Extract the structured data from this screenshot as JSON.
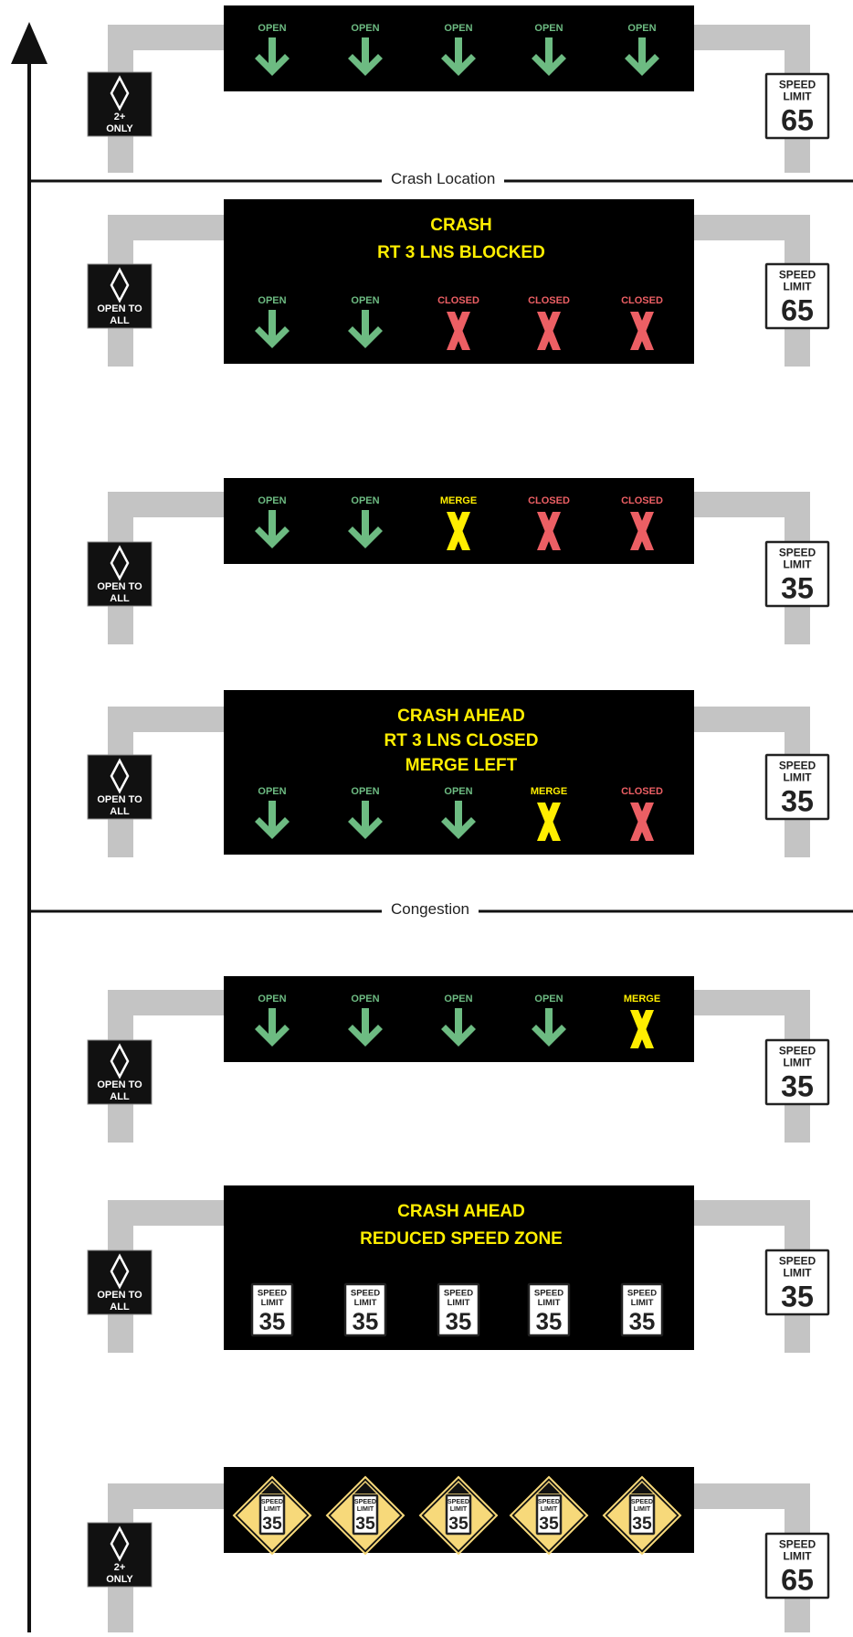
{
  "colors": {
    "open": "#6dbb82",
    "closed": "#ec5f64",
    "merge": "#ffee00",
    "message": "#ffee00",
    "board": "#000000",
    "structure": "#c4c4c4",
    "warning_fill": "#f7d97a"
  },
  "icons": [
    "up-arrow-icon",
    "down-arrow-icon",
    "x-icon",
    "diamond-icon",
    "speed-limit-sign-icon",
    "warning-diamond-icon"
  ],
  "sections": [
    {
      "label": "Crash Location"
    },
    {
      "label": "Congestion"
    }
  ],
  "gantries": [
    {
      "message": [],
      "lanes": [
        {
          "type": "arrow",
          "label": "OPEN"
        },
        {
          "type": "arrow",
          "label": "OPEN"
        },
        {
          "type": "arrow",
          "label": "OPEN"
        },
        {
          "type": "arrow",
          "label": "OPEN"
        },
        {
          "type": "arrow",
          "label": "OPEN"
        }
      ],
      "hov_sign": {
        "lines": [
          "2+",
          "ONLY"
        ]
      },
      "speed_sign": {
        "line1": "SPEED",
        "line2": "LIMIT",
        "value": "65"
      }
    },
    {
      "message": [
        "CRASH",
        "RT 3 LNS BLOCKED"
      ],
      "lanes": [
        {
          "type": "arrow",
          "label": "OPEN"
        },
        {
          "type": "arrow",
          "label": "OPEN"
        },
        {
          "type": "closed",
          "label": "CLOSED"
        },
        {
          "type": "closed",
          "label": "CLOSED"
        },
        {
          "type": "closed",
          "label": "CLOSED"
        }
      ],
      "hov_sign": {
        "lines": [
          "OPEN TO",
          "ALL"
        ]
      },
      "speed_sign": {
        "line1": "SPEED",
        "line2": "LIMIT",
        "value": "65"
      }
    },
    {
      "message": [],
      "lanes": [
        {
          "type": "arrow",
          "label": "OPEN"
        },
        {
          "type": "arrow",
          "label": "OPEN"
        },
        {
          "type": "merge",
          "label": "MERGE"
        },
        {
          "type": "closed",
          "label": "CLOSED"
        },
        {
          "type": "closed",
          "label": "CLOSED"
        }
      ],
      "hov_sign": {
        "lines": [
          "OPEN TO",
          "ALL"
        ]
      },
      "speed_sign": {
        "line1": "SPEED",
        "line2": "LIMIT",
        "value": "35"
      }
    },
    {
      "message": [
        "CRASH AHEAD",
        "RT 3 LNS CLOSED",
        "MERGE LEFT"
      ],
      "lanes": [
        {
          "type": "arrow",
          "label": "OPEN"
        },
        {
          "type": "arrow",
          "label": "OPEN"
        },
        {
          "type": "arrow",
          "label": "OPEN"
        },
        {
          "type": "merge",
          "label": "MERGE"
        },
        {
          "type": "closed",
          "label": "CLOSED"
        }
      ],
      "hov_sign": {
        "lines": [
          "OPEN TO",
          "ALL"
        ]
      },
      "speed_sign": {
        "line1": "SPEED",
        "line2": "LIMIT",
        "value": "35"
      }
    },
    {
      "message": [],
      "lanes": [
        {
          "type": "arrow",
          "label": "OPEN"
        },
        {
          "type": "arrow",
          "label": "OPEN"
        },
        {
          "type": "arrow",
          "label": "OPEN"
        },
        {
          "type": "arrow",
          "label": "OPEN"
        },
        {
          "type": "merge",
          "label": "MERGE"
        }
      ],
      "hov_sign": {
        "lines": [
          "OPEN TO",
          "ALL"
        ]
      },
      "speed_sign": {
        "line1": "SPEED",
        "line2": "LIMIT",
        "value": "35"
      }
    },
    {
      "message": [
        "CRASH AHEAD",
        "REDUCED SPEED ZONE"
      ],
      "lanes": [
        {
          "type": "speed",
          "line1": "SPEED",
          "line2": "LIMIT",
          "value": "35"
        },
        {
          "type": "speed",
          "line1": "SPEED",
          "line2": "LIMIT",
          "value": "35"
        },
        {
          "type": "speed",
          "line1": "SPEED",
          "line2": "LIMIT",
          "value": "35"
        },
        {
          "type": "speed",
          "line1": "SPEED",
          "line2": "LIMIT",
          "value": "35"
        },
        {
          "type": "speed",
          "line1": "SPEED",
          "line2": "LIMIT",
          "value": "35"
        }
      ],
      "hov_sign": {
        "lines": [
          "OPEN TO",
          "ALL"
        ]
      },
      "speed_sign": {
        "line1": "SPEED",
        "line2": "LIMIT",
        "value": "35"
      }
    },
    {
      "message": [],
      "lanes": [
        {
          "type": "warning",
          "line1": "SPEED",
          "line2": "LIMIT",
          "value": "35"
        },
        {
          "type": "warning",
          "line1": "SPEED",
          "line2": "LIMIT",
          "value": "35"
        },
        {
          "type": "warning",
          "line1": "SPEED",
          "line2": "LIMIT",
          "value": "35"
        },
        {
          "type": "warning",
          "line1": "SPEED",
          "line2": "LIMIT",
          "value": "35"
        },
        {
          "type": "warning",
          "line1": "SPEED",
          "line2": "LIMIT",
          "value": "35"
        }
      ],
      "hov_sign": {
        "lines": [
          "2+",
          "ONLY"
        ]
      },
      "speed_sign": {
        "line1": "SPEED",
        "line2": "LIMIT",
        "value": "65"
      }
    }
  ]
}
